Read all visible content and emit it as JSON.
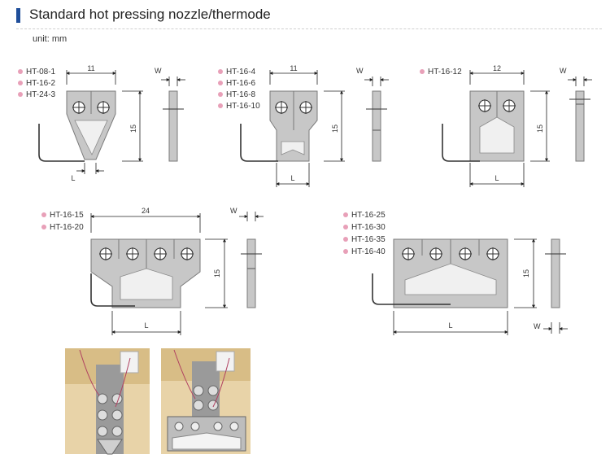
{
  "header": {
    "title": "Standard hot pressing nozzle/thermode"
  },
  "unit_label": "unit: mm",
  "groups": [
    {
      "parts": [
        "HT-08-1",
        "HT-16-2",
        "HT-24-3"
      ],
      "width_dim": "11",
      "height_dim": "15",
      "length_dim": "L",
      "thickness_dim": "W"
    },
    {
      "parts": [
        "HT-16-4",
        "HT-16-6",
        "HT-16-8",
        "HT-16-10"
      ],
      "width_dim": "11",
      "height_dim": "15",
      "length_dim": "L",
      "thickness_dim": "W"
    },
    {
      "parts": [
        "HT-16-12"
      ],
      "width_dim": "12",
      "height_dim": "15",
      "length_dim": "L",
      "thickness_dim": "W"
    },
    {
      "parts": [
        "HT-16-15",
        "HT-16-20"
      ],
      "width_dim": "24",
      "height_dim": "15",
      "length_dim": "L",
      "thickness_dim": "W"
    },
    {
      "parts": [
        "HT-16-25",
        "HT-16-30",
        "HT-16-35",
        "HT-16-40"
      ],
      "height_dim": "15",
      "length_dim": "L",
      "thickness_dim": "W"
    }
  ]
}
